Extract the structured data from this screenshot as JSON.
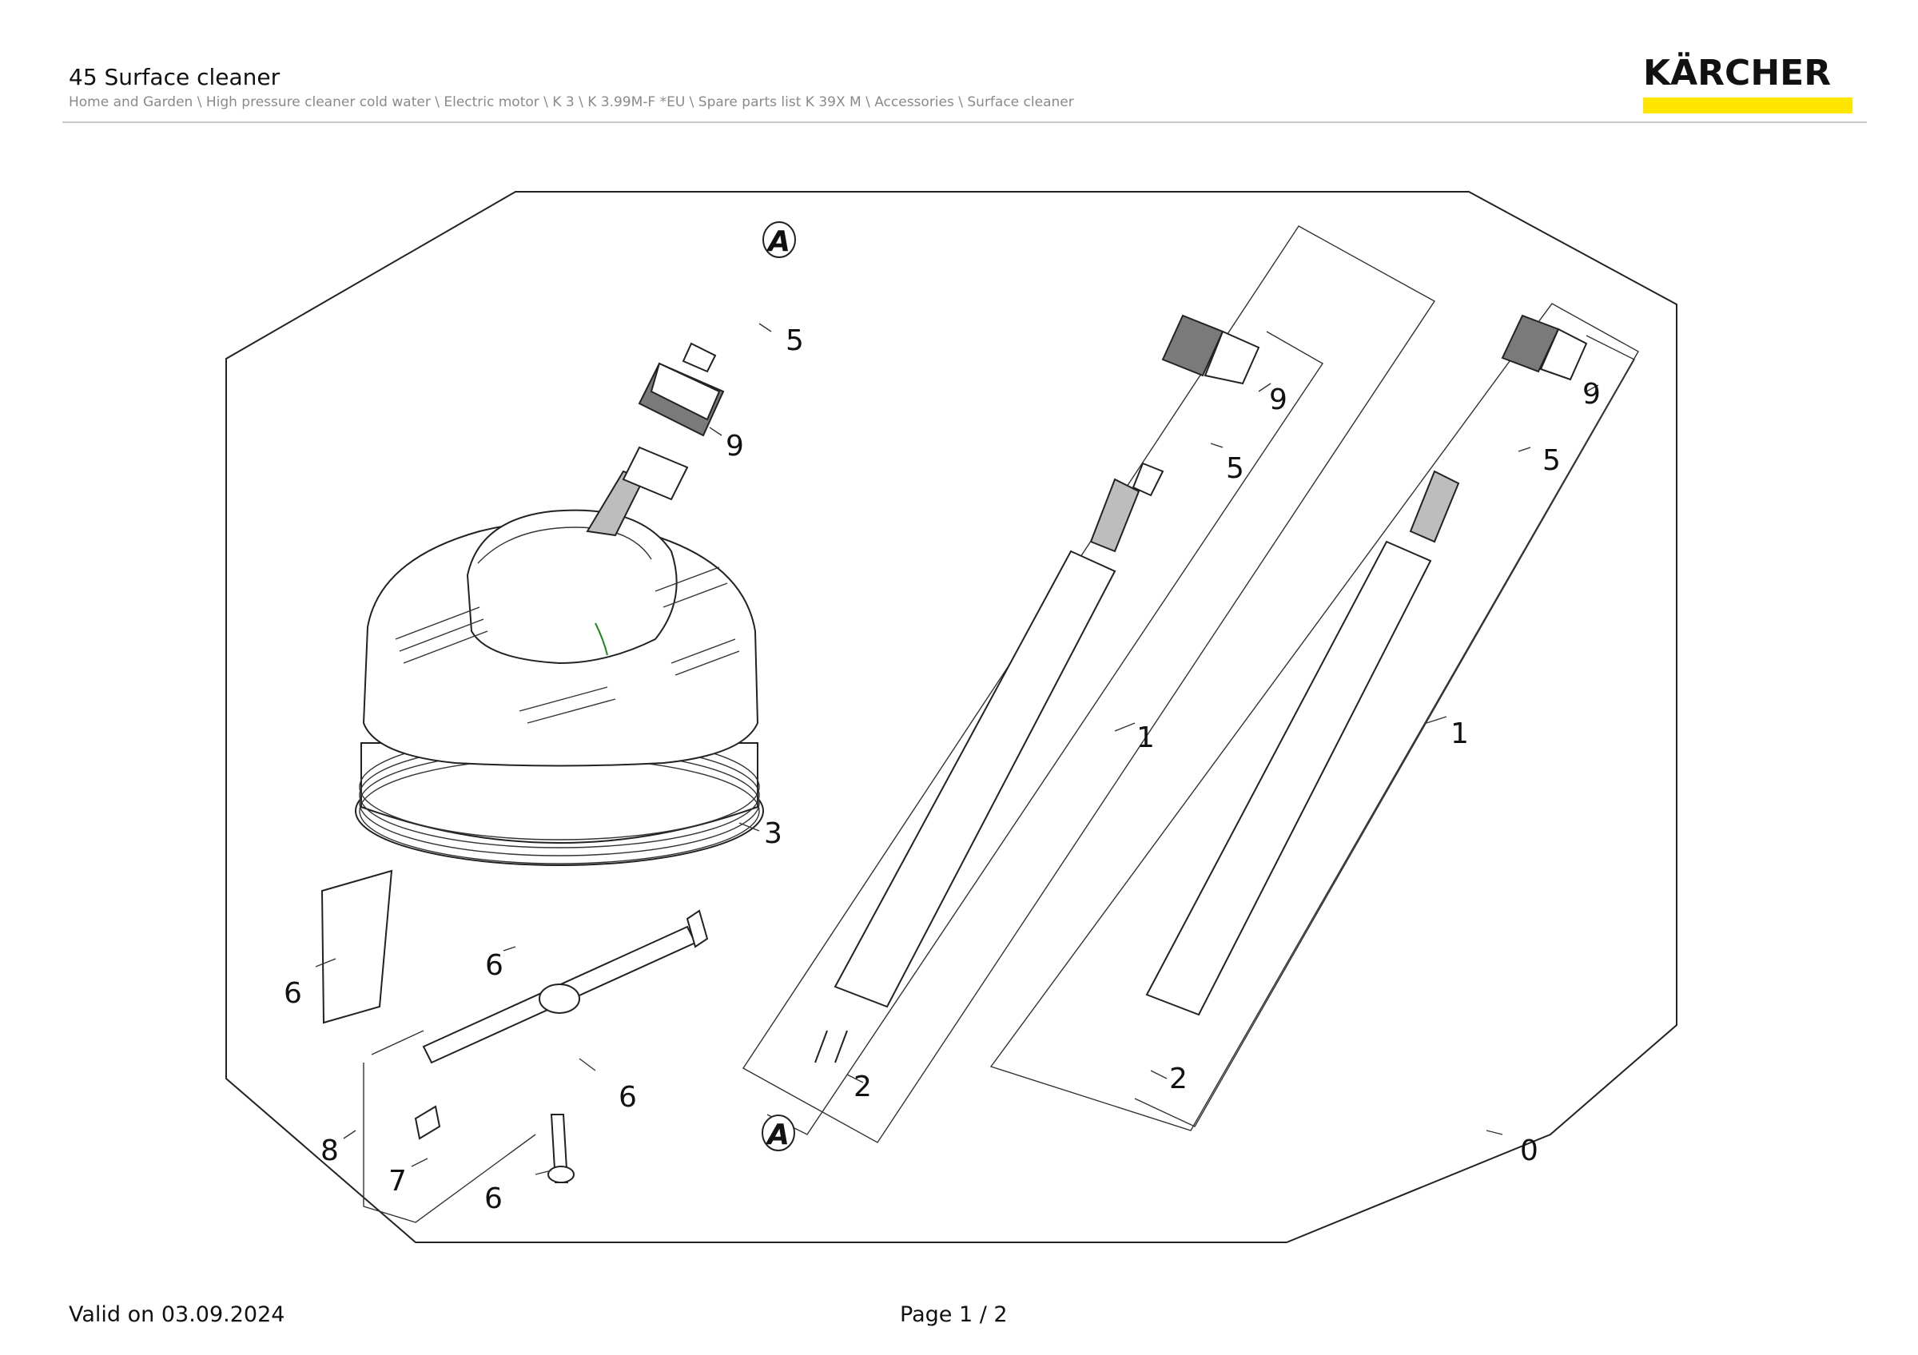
{
  "header": {
    "title": "45 Surface cleaner",
    "breadcrumb": "Home and Garden \\ High pressure cleaner cold water \\ Electric motor \\ K 3 \\ K 3.99M-F *EU \\ Spare parts list K 39X M \\ Accessories \\ Surface cleaner"
  },
  "logo": {
    "text": "KÄRCHER",
    "brand_color": "#ffe600"
  },
  "diagram": {
    "callouts": {
      "c0": "0",
      "c1a": "1",
      "c1b": "1",
      "c2a": "2",
      "c2b": "2",
      "c3": "3",
      "c5a": "5",
      "c5b": "5",
      "c5c": "5",
      "c6a": "6",
      "c6b": "6",
      "c6c": "6",
      "c6d": "6",
      "c7": "7",
      "c8": "8",
      "c9a": "9",
      "c9b": "9",
      "c9c": "9"
    },
    "markers": {
      "a_top": "A",
      "a_bottom": "A"
    }
  },
  "footer": {
    "valid": "Valid on 03.09.2024",
    "page": "Page 1 / 2"
  }
}
